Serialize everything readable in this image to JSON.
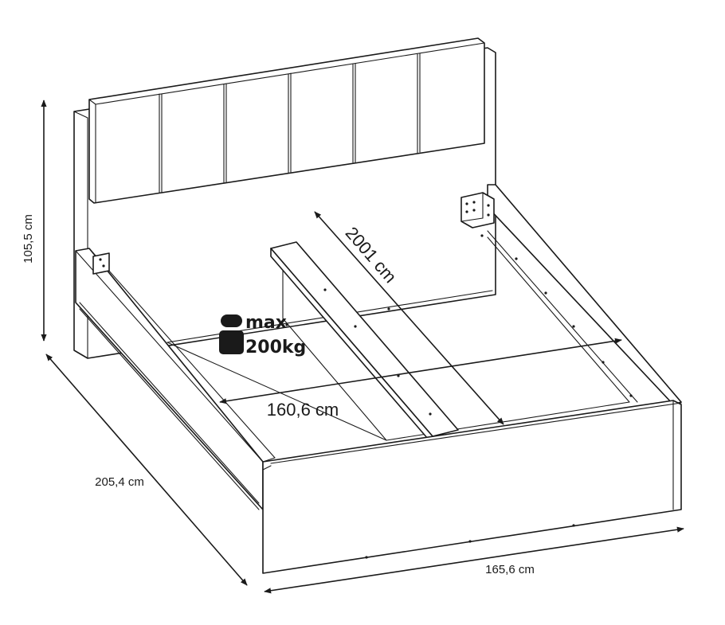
{
  "dimensions": {
    "height": "105,5 cm",
    "length": "205,4 cm",
    "width": "165,6 cm",
    "inner_width": "160,6 cm",
    "inner_length": "2001 cm"
  },
  "load": {
    "line1": "max",
    "line2": "200kg"
  },
  "colors": {
    "line": "#1a1a1a",
    "background": "#ffffff"
  }
}
